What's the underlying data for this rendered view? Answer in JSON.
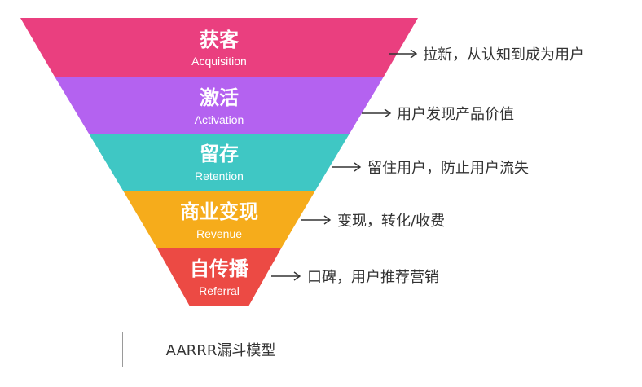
{
  "caption": "AARRR漏斗模型",
  "colors": {
    "acquisition": "#ea3f7f",
    "activation": "#b462f0",
    "retention": "#3fc7c4",
    "revenue": "#f6ac1b",
    "referral": "#ec4a44",
    "text_dark": "#333333",
    "caption_border": "#9a9a9a"
  },
  "stages": [
    {
      "id": "acquisition",
      "title": "获客",
      "subtitle": "Acquisition",
      "description": "拉新，从认知到成为用户",
      "color": "#ea3f7f"
    },
    {
      "id": "activation",
      "title": "激活",
      "subtitle": "Activation",
      "description": "用户发现产品价值",
      "color": "#b462f0"
    },
    {
      "id": "retention",
      "title": "留存",
      "subtitle": "Retention",
      "description": "留住用户，防止用户流失",
      "color": "#3fc7c4"
    },
    {
      "id": "revenue",
      "title": "商业变现",
      "subtitle": "Revenue",
      "description": "变现，转化/收费",
      "color": "#f6ac1b"
    },
    {
      "id": "referral",
      "title": "自传播",
      "subtitle": "Referral",
      "description": "口碑，用户推荐营销",
      "color": "#ec4a44"
    }
  ]
}
